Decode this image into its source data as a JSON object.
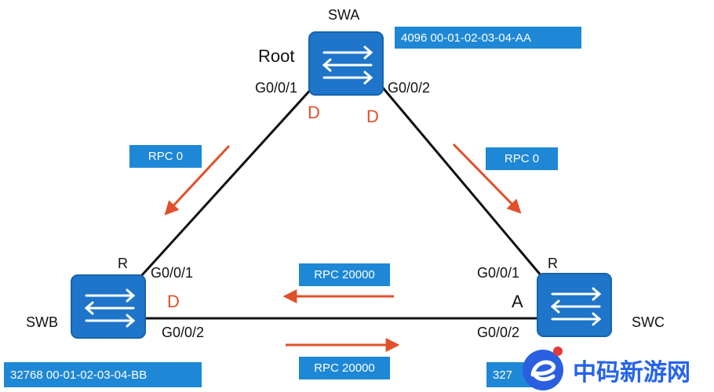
{
  "switches": {
    "swa": {
      "name": "SWA",
      "role_label": "Root",
      "port_left": "G0/0/1",
      "port_right": "G0/0/2",
      "role_left": "D",
      "role_right": "D",
      "bid": "4096 00-01-02-03-04-AA"
    },
    "swb": {
      "name": "SWB",
      "role_label": "R",
      "port_top": "G0/0/1",
      "port_bottom": "G0/0/2",
      "role_port": "D",
      "bid": "32768 00-01-02-03-04-BB"
    },
    "swc": {
      "name": "SWC",
      "role_label": "R",
      "port_top": "G0/0/1",
      "port_bottom": "G0/0/2",
      "role_port": "A",
      "bid_partial": "327"
    }
  },
  "rpc_labels": {
    "left_link": "RPC 0",
    "right_link": "RPC 0",
    "bottom_upper": "RPC 20000",
    "bottom_lower": "RPC 20000"
  },
  "colors": {
    "switch_fill": "#1e75c9",
    "label_box": "#1e87d6",
    "arrow": "#e0502a",
    "link": "#111111",
    "watermark": "#2563eb"
  },
  "watermark": {
    "text": "中码新游网",
    "icon": "e-logo-icon"
  }
}
